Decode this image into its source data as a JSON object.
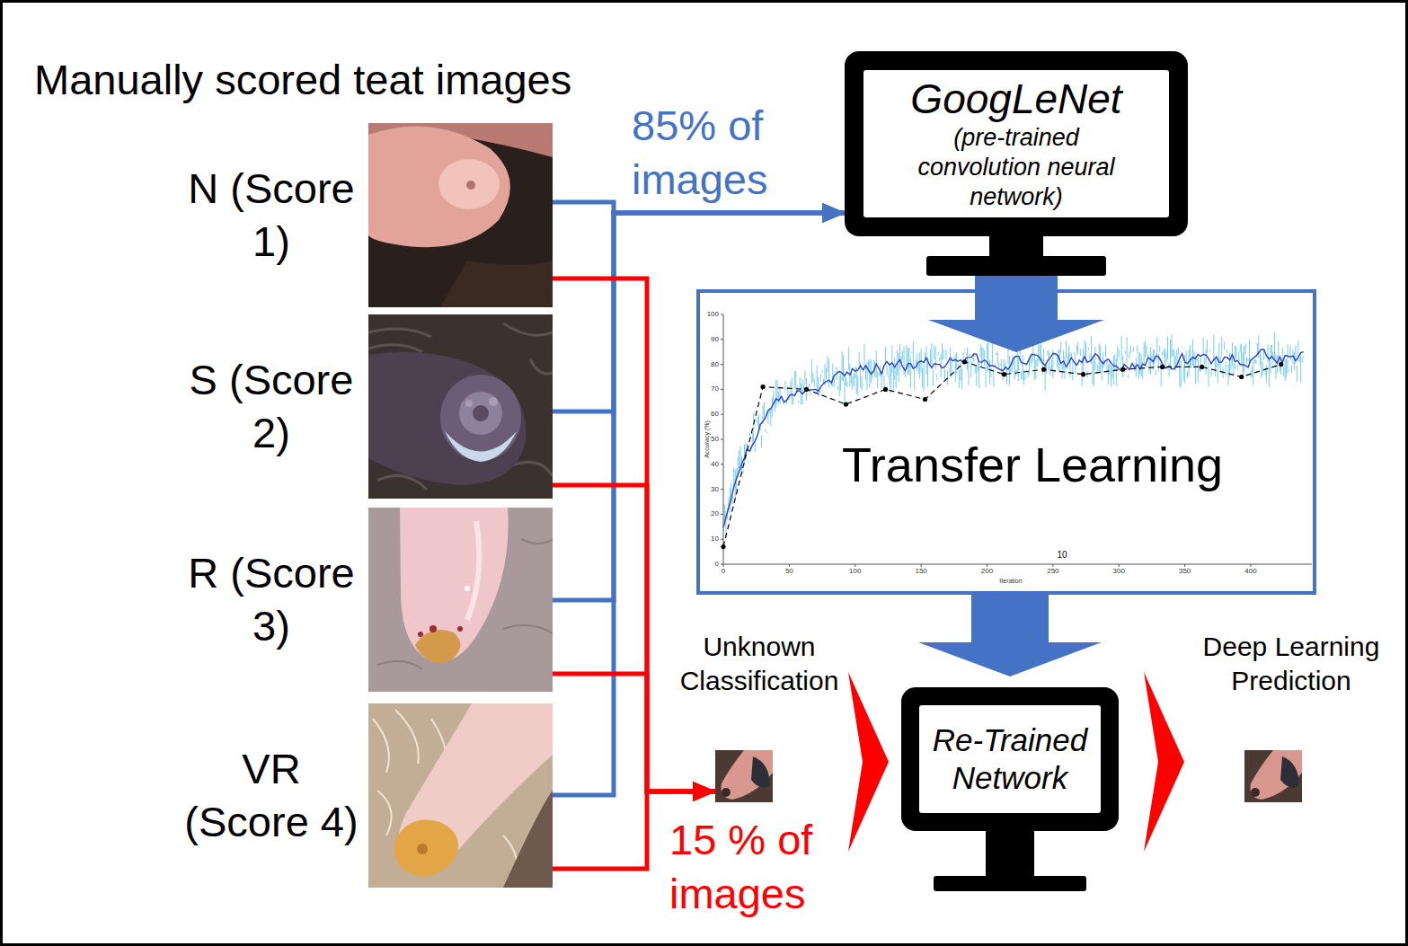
{
  "diagram": {
    "title": "Manually scored teat images",
    "nodes": [
      {
        "text": [
          "N (Score 1)"
        ]
      },
      {
        "text": [
          "S (Score 2)"
        ]
      },
      {
        "text": [
          "R (Score 3)"
        ]
      },
      {
        "text": [
          "VR (Score 4)"
        ]
      },
      {
        "text": [
          "GoogLeNet",
          "(pre-trained convolution neural network)"
        ]
      },
      {
        "text": [
          "Transfer Learning"
        ]
      },
      {
        "text": [
          "Unknown Classification"
        ]
      },
      {
        "text": [
          "Re-Trained Network"
        ]
      },
      {
        "text": [
          "Deep Learning Prediction"
        ]
      }
    ],
    "edges": [
      {
        "from": 0,
        "to": 4,
        "arrow": "to"
      },
      {
        "from": 1,
        "to": 4,
        "arrow": "to"
      },
      {
        "from": 2,
        "to": 4,
        "arrow": "to"
      },
      {
        "from": 3,
        "to": 4,
        "arrow": "to"
      },
      {
        "from": 0,
        "to": 6,
        "arrow": "to"
      },
      {
        "from": 1,
        "to": 6,
        "arrow": "to"
      },
      {
        "from": 2,
        "to": 6,
        "arrow": "to"
      },
      {
        "from": 3,
        "to": 6,
        "arrow": "to"
      },
      {
        "from": 4,
        "to": 5,
        "arrow": "to"
      },
      {
        "from": 5,
        "to": 7,
        "arrow": "to"
      },
      {
        "from": 6,
        "to": 7,
        "arrow": "to"
      },
      {
        "from": 7,
        "to": 8,
        "arrow": "to"
      }
    ],
    "labels": [
      "85% of images",
      "15 % of images",
      "0",
      "10",
      "20",
      "30",
      "40",
      "50",
      "60",
      "70",
      "80",
      "90",
      "100",
      "0",
      "50",
      "100",
      "150",
      "200",
      "250",
      "300",
      "350",
      "400",
      "Accuracy (%)",
      "Iteration",
      "10"
    ]
  }
}
